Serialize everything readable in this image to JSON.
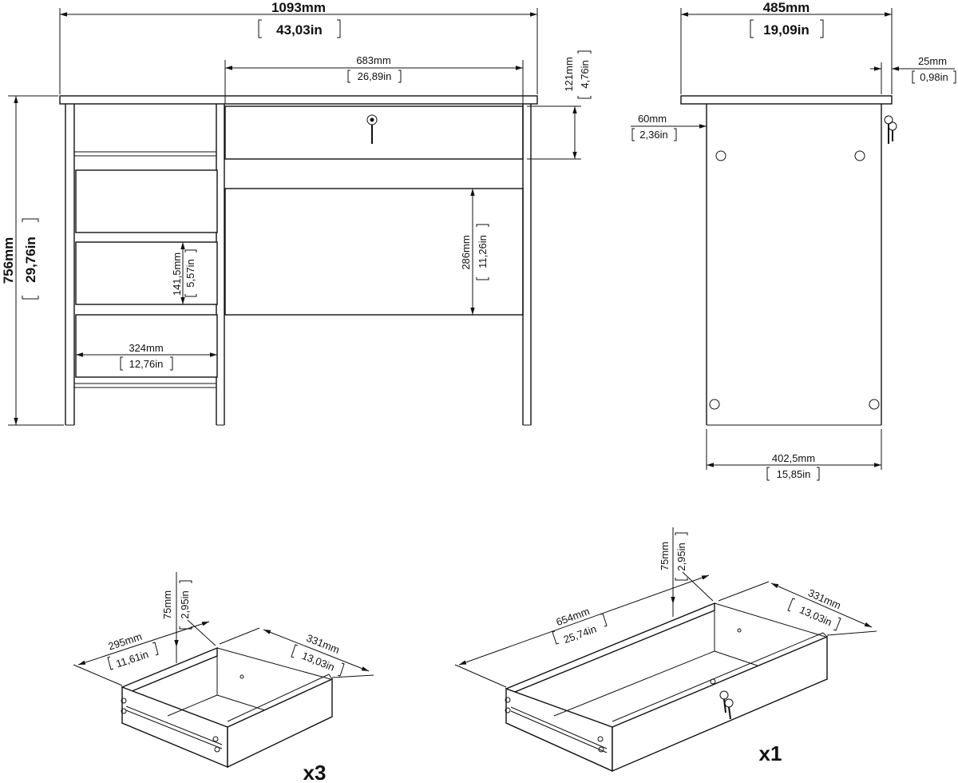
{
  "front": {
    "width_mm": "1093mm",
    "width_in": "43,03in",
    "height_mm": "756mm",
    "height_in": "29,76in",
    "drawer_width_mm": "683mm",
    "drawer_width_in": "26,89in",
    "drawer_height_mm": "121mm",
    "drawer_height_in": "4,76in",
    "small_drawer_height_mm": "141,5mm",
    "small_drawer_height_in": "5,57in",
    "small_drawer_width_mm": "324mm",
    "small_drawer_width_in": "12,76in",
    "knee_height_mm": "286mm",
    "knee_height_in": "11,26in"
  },
  "side": {
    "depth_mm": "485mm",
    "depth_in": "19,09in",
    "overhang_mm": "25mm",
    "overhang_in": "0,98in",
    "offset_mm": "60mm",
    "offset_in": "2,36in",
    "inner_depth_mm": "402,5mm",
    "inner_depth_in": "15,85in"
  },
  "small_drawer": {
    "height_mm": "75mm",
    "height_in": "2,95in",
    "width_mm": "295mm",
    "width_in": "11,61in",
    "depth_mm": "331mm",
    "depth_in": "13,03in",
    "qty": "x3"
  },
  "large_drawer": {
    "height_mm": "75mm",
    "height_in": "2,95in",
    "width_mm": "654mm",
    "width_in": "25,74in",
    "depth_mm": "331mm",
    "depth_in": "13,03in",
    "qty": "x1"
  }
}
